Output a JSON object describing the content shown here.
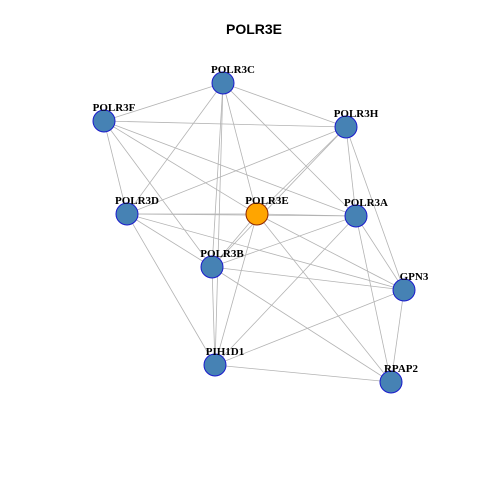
{
  "title": "POLR3E",
  "colors": {
    "node_fill": "#4682b4",
    "node_stroke": "#1a1acc",
    "focus_fill": "#ffa500",
    "focus_stroke": "#8b2500",
    "edge": "#b3b3b3"
  },
  "nodes": [
    {
      "id": "POLR3C",
      "label": "POLR3C",
      "focus": false
    },
    {
      "id": "POLR3F",
      "label": "POLR3F",
      "focus": false
    },
    {
      "id": "POLR3H",
      "label": "POLR3H",
      "focus": false
    },
    {
      "id": "POLR3D",
      "label": "POLR3D",
      "focus": false
    },
    {
      "id": "POLR3E",
      "label": "POLR3E",
      "focus": true
    },
    {
      "id": "POLR3A",
      "label": "POLR3A",
      "focus": false
    },
    {
      "id": "POLR3B",
      "label": "POLR3B",
      "focus": false
    },
    {
      "id": "GPN3",
      "label": "GPN3",
      "focus": false
    },
    {
      "id": "PIH1D1",
      "label": "PIH1D1",
      "focus": false
    },
    {
      "id": "RPAP2",
      "label": "RPAP2",
      "focus": false
    }
  ],
  "edges": [
    [
      "POLR3C",
      "POLR3F"
    ],
    [
      "POLR3C",
      "POLR3H"
    ],
    [
      "POLR3C",
      "POLR3D"
    ],
    [
      "POLR3C",
      "POLR3E"
    ],
    [
      "POLR3C",
      "POLR3A"
    ],
    [
      "POLR3C",
      "POLR3B"
    ],
    [
      "POLR3C",
      "PIH1D1"
    ],
    [
      "POLR3F",
      "POLR3H"
    ],
    [
      "POLR3F",
      "POLR3D"
    ],
    [
      "POLR3F",
      "POLR3E"
    ],
    [
      "POLR3F",
      "POLR3A"
    ],
    [
      "POLR3F",
      "POLR3B"
    ],
    [
      "POLR3H",
      "POLR3D"
    ],
    [
      "POLR3H",
      "POLR3E"
    ],
    [
      "POLR3H",
      "POLR3A"
    ],
    [
      "POLR3H",
      "POLR3B"
    ],
    [
      "POLR3H",
      "GPN3"
    ],
    [
      "POLR3D",
      "POLR3E"
    ],
    [
      "POLR3D",
      "POLR3A"
    ],
    [
      "POLR3D",
      "POLR3B"
    ],
    [
      "POLR3D",
      "PIH1D1"
    ],
    [
      "POLR3D",
      "GPN3"
    ],
    [
      "POLR3E",
      "POLR3A"
    ],
    [
      "POLR3E",
      "POLR3B"
    ],
    [
      "POLR3E",
      "GPN3"
    ],
    [
      "POLR3E",
      "PIH1D1"
    ],
    [
      "POLR3E",
      "RPAP2"
    ],
    [
      "POLR3A",
      "POLR3B"
    ],
    [
      "POLR3A",
      "GPN3"
    ],
    [
      "POLR3A",
      "RPAP2"
    ],
    [
      "POLR3A",
      "PIH1D1"
    ],
    [
      "POLR3B",
      "GPN3"
    ],
    [
      "POLR3B",
      "PIH1D1"
    ],
    [
      "POLR3B",
      "RPAP2"
    ],
    [
      "GPN3",
      "PIH1D1"
    ],
    [
      "GPN3",
      "RPAP2"
    ],
    [
      "PIH1D1",
      "RPAP2"
    ]
  ]
}
